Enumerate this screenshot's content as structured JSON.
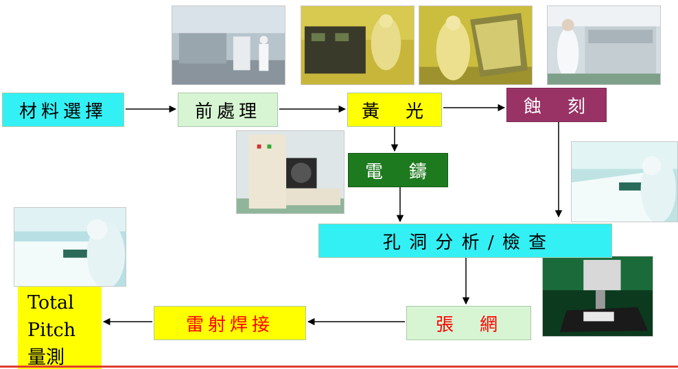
{
  "flow": {
    "material_selection": "材料選擇",
    "pretreatment": "前處理",
    "photolithography": "黃　光",
    "etching": "蝕　刻",
    "electroforming": "電　鑄",
    "aperture_inspection": "孔 洞 分 析 / 檢 查",
    "stretching": "張　網",
    "laser_welding": "雷射焊接",
    "total_pitch": [
      "Total",
      "Pitch",
      "量測"
    ]
  },
  "colors": {
    "cyan": "#33f0f5",
    "pale_green": "#d7f5d2",
    "yellow": "#ffff00",
    "maroon": "#993366",
    "dark_green": "#1e7a1e",
    "red_text": "#ff0000",
    "white_text": "#ffffff",
    "accent_line": "#e03a2f"
  }
}
